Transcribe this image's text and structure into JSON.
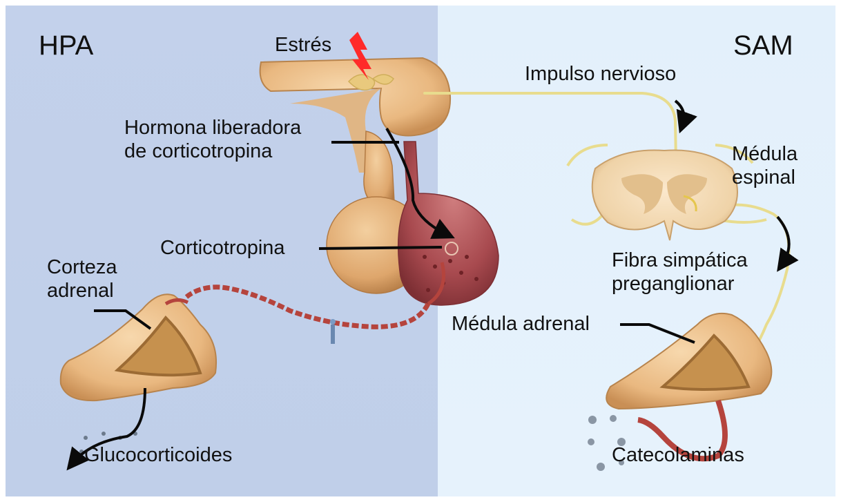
{
  "panels": {
    "left": {
      "title": "HPA",
      "color": "#c1d0ea"
    },
    "right": {
      "title": "SAM",
      "color": "#e4f1fb"
    }
  },
  "labels": {
    "stress": "Estrés",
    "nerve_impulse": "Impulso nervioso",
    "crh_line1": "Hormona liberadora",
    "crh_line2": "de corticotropina",
    "spinal_line1": "Médula",
    "spinal_line2": "espinal",
    "acth": "Corticotropina",
    "cortex_line1": "Corteza",
    "cortex_line2": "adrenal",
    "fiber_line1": "Fibra simpática",
    "fiber_line2": "preganglionar",
    "medulla": "Médula adrenal",
    "glucocorticoids": "Glucocorticoides",
    "catecholamines": "Catecolaminas"
  },
  "colors": {
    "tissue": "#ecbf8e",
    "tissue_dark": "#c9935a",
    "pituitary": "#b4555a",
    "vessel": "#b9473f",
    "nerve": "#e6d98c",
    "arrow": "#0a0a0a"
  }
}
